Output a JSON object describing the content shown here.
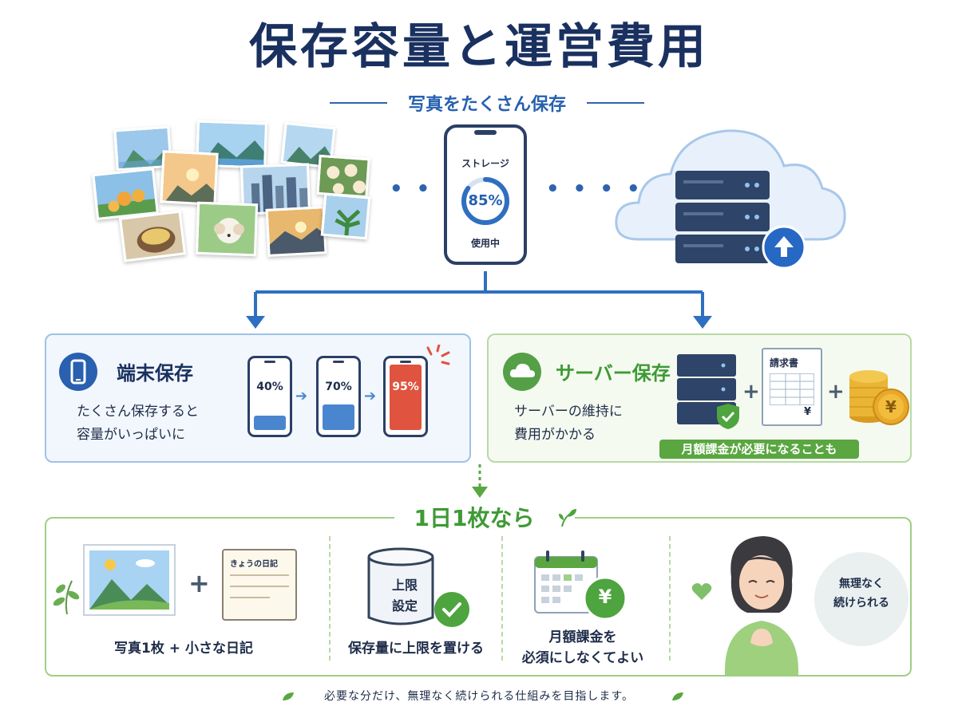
{
  "title": "保存容量と運営費用",
  "subtitle": "写真をたくさん保存",
  "phone": {
    "label": "ストレージ",
    "percent": "85%",
    "status": "使用中",
    "usage_fraction": 0.85
  },
  "device_panel": {
    "title": "端末保存",
    "text_line1": "たくさん保存すると",
    "text_line2": "容量がいっぱいに",
    "levels": [
      {
        "label": "40%",
        "fraction": 0.4,
        "color": "#4a86d0"
      },
      {
        "label": "70%",
        "fraction": 0.7,
        "color": "#4a86d0"
      },
      {
        "label": "95%",
        "fraction": 0.95,
        "color": "#e0533f"
      }
    ]
  },
  "server_panel": {
    "title": "サーバー保存",
    "text_line1": "サーバーの維持に",
    "text_line2": "費用がかかる",
    "invoice_title": "請求書",
    "invoice_currency": "¥",
    "coin_symbol": "¥",
    "badge": "月額課金が必要になることも"
  },
  "one_per_day": {
    "title": "1日1枚なら",
    "diary_title": "きょうの日記",
    "item1": "写真1枚 + 小さな日記",
    "limit_line1": "上限",
    "limit_line2": "設定",
    "item2": "保存量に上限を置ける",
    "coin_symbol": "¥",
    "item3_line1": "月額課金を",
    "item3_line2": "必須にしなくてよい",
    "bubble_line1": "無理なく",
    "bubble_line2": "続けられる"
  },
  "footer": "必要な分だけ、無理なく続けられる仕組みを目指します。",
  "colors": {
    "navy": "#1a3160",
    "blue": "#2560b0",
    "green": "#3e9a35",
    "red": "#e0533f"
  }
}
